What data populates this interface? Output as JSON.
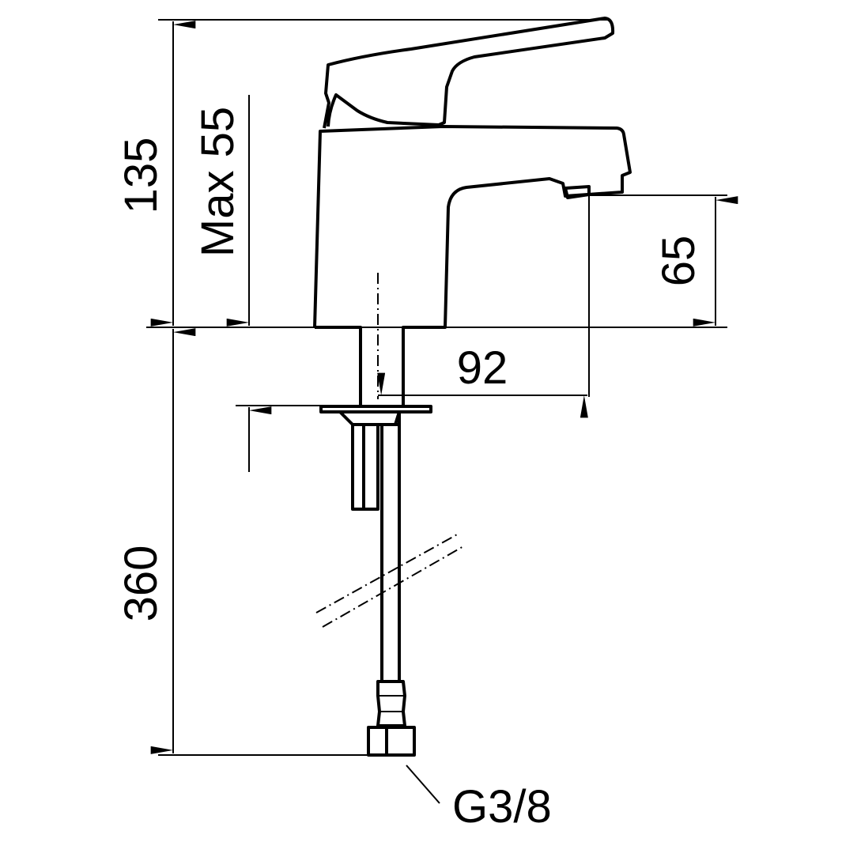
{
  "dimensions": {
    "overall_height": "135",
    "max_deck_thickness": "Max 55",
    "spout_height": "65",
    "spout_reach": "92",
    "hose_length": "360",
    "connection_thread": "G3/8"
  },
  "colors": {
    "line": "#000000",
    "background": "#ffffff"
  }
}
